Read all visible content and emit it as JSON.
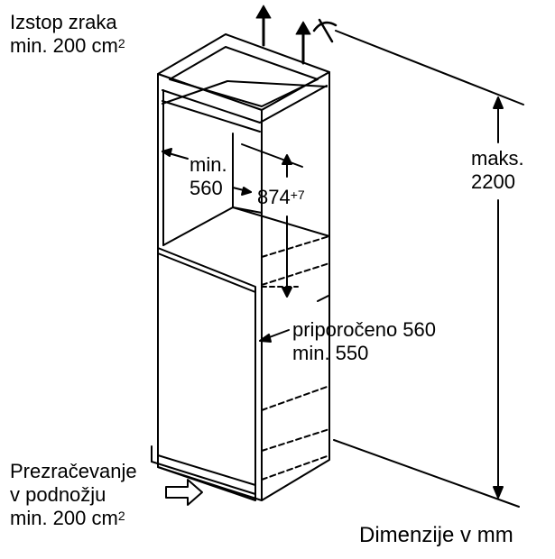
{
  "air_outlet": {
    "line1": "Izstop zraka",
    "line2_prefix": "min. 200 cm",
    "line2_sup": "2"
  },
  "plinth_vent": {
    "line1": "Prezračevanje",
    "line2": "v podnožju",
    "line3_prefix": "min. 200 cm",
    "line3_sup": "2"
  },
  "depth": {
    "line1": "min.",
    "line2": "560"
  },
  "niche_height": {
    "value": "874",
    "tolerance": "+7"
  },
  "width": {
    "line1": "priporočeno 560",
    "line2": "min. 550"
  },
  "max_height": {
    "line1": "maks.",
    "line2": "2200"
  },
  "units": "Dimenzije v mm"
}
